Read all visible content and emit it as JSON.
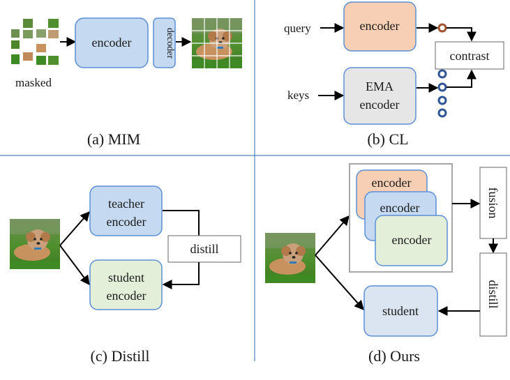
{
  "panels": {
    "mim": {
      "caption": "(a) MIM",
      "masked_label": "masked",
      "encoder_label": "encoder",
      "decoder_label": "decoder"
    },
    "cl": {
      "caption": "(b) CL",
      "query_label": "query",
      "keys_label": "keys",
      "encoder_label": "encoder",
      "ema_line1": "EMA",
      "ema_line2": "encoder",
      "contrast_label": "contrast"
    },
    "distill": {
      "caption": "(c) Distill",
      "teacher_line1": "teacher",
      "teacher_line2": "encoder",
      "student_line1": "student",
      "student_line2": "encoder",
      "distill_label": "distill"
    },
    "ours": {
      "caption": "(d) Ours",
      "encoder_1": "encoder",
      "encoder_2": "encoder",
      "encoder_3": "encoder",
      "fusion_label": "fusion",
      "distill_label": "distill",
      "student_label": "student"
    }
  },
  "colors": {
    "blue_fill": "#c5d9f1",
    "blue_stroke": "#5b8fd6",
    "orange_fill": "#f7cfb5",
    "gray_fill": "#e6e6e6",
    "green_fill": "#e3efd9",
    "divider": "#4f81bd",
    "grass": "#4f8f2e",
    "dog": "#c08a5a"
  }
}
